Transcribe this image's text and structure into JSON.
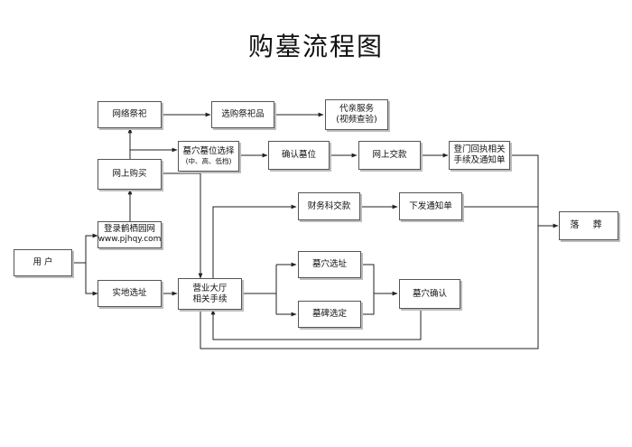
{
  "title": "购墓流程图",
  "nodes": {
    "user": "用 户",
    "login": "登录鹤栖园网",
    "login_url": "www.pjhqy.com",
    "online_buy": "网上购买",
    "online_worship": "网络祭祀",
    "select_items": "选购祭祀品",
    "proxy_service_1": "代亲服务",
    "proxy_service_2": "(视频查验)",
    "plot_select_1": "墓穴墓位选择",
    "plot_select_2": "(中、高、低档)",
    "confirm_plot": "确认墓位",
    "online_pay": "网上交款",
    "receipt_1": "登门回执相关",
    "receipt_2": "手续及通知单",
    "site_select": "实地选址",
    "hall_1": "营业大厅",
    "hall_2": "相关手续",
    "finance_pay": "财务科交款",
    "issue_notice": "下发通知单",
    "tomb_site": "墓穴选址",
    "stone_select": "墓碑选定",
    "tomb_confirm": "墓穴确认",
    "burial": "落 葬"
  }
}
